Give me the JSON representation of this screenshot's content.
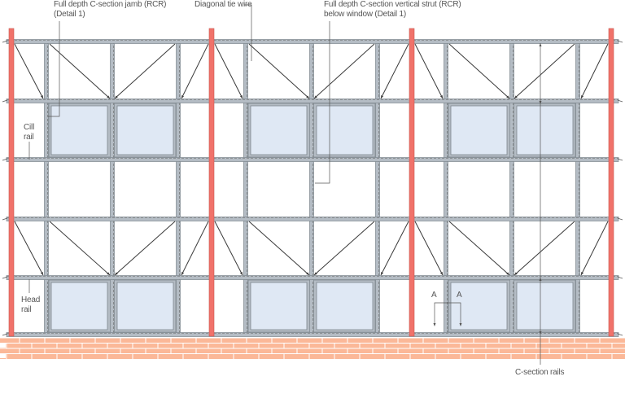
{
  "diagram": {
    "title": "Steel framing system elevation with C-section rails and ties",
    "labels": {
      "jamb_line1": "Full depth C-section jamb (RCR)",
      "jamb_line2": "(Detail 1)",
      "tie_wire": "Diagonal tie wire",
      "strut_line1": "Full depth C-section vertical strut (RCR)",
      "strut_line2": "below window (Detail 1)",
      "cill_line1": "Cill",
      "cill_line2": "rail",
      "head_line1": "Head",
      "head_line2": "rail",
      "section_a_left": "A",
      "section_a_right": "A",
      "c_section_rails": "C-section rails"
    },
    "colors": {
      "column": "#f0726a",
      "rail": "#b4bcc4",
      "rail_edge": "#7d868e",
      "glazing": "#dfe8f4",
      "brick": "#fbb898",
      "mortar": "#ffffff",
      "tie": "#3a3a3a",
      "leader": "#555555"
    },
    "layout": {
      "columns_x": [
        14,
        260,
        506,
        751
      ],
      "rails_y": [
        51,
        124,
        196,
        269,
        341,
        411
      ],
      "bay_verticals_x": [
        [
          57,
          138,
          219
        ],
        [
          302,
          383,
          464
        ],
        [
          548,
          629,
          710
        ]
      ],
      "window_rows": [
        [
          124,
          196
        ],
        [
          341,
          411
        ]
      ]
    }
  }
}
